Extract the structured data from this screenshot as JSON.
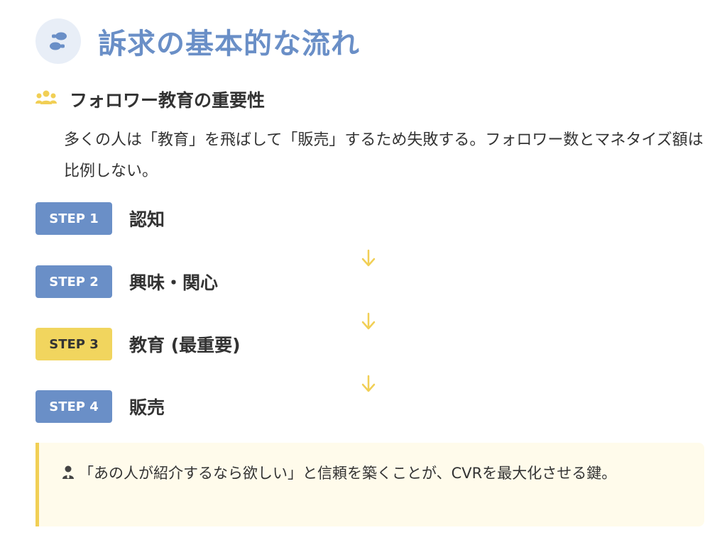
{
  "header": {
    "icon": "footprints-icon",
    "title": "訴求の基本的な流れ"
  },
  "section": {
    "icon": "users-icon",
    "title": "フォロワー教育の重要性",
    "body": "多くの人は「教育」を飛ばして「販売」するため失敗する。フォロワー数とマネタイズ額は比例しない。"
  },
  "steps": [
    {
      "badge": "STEP 1",
      "label": "認知",
      "color": "#6a8fc7",
      "text_color": "#ffffff"
    },
    {
      "badge": "STEP 2",
      "label": "興味・関心",
      "color": "#6a8fc7",
      "text_color": "#ffffff"
    },
    {
      "badge": "STEP 3",
      "label": "教育 (最重要)",
      "color": "#f1d55e",
      "text_color": "#333333"
    },
    {
      "badge": "STEP 4",
      "label": "販売",
      "color": "#6a8fc7",
      "text_color": "#ffffff"
    }
  ],
  "arrow_icon": "arrow-down-icon",
  "arrow_color": "#f1cf55",
  "callout": {
    "icon": "user-tie-icon",
    "text": "「あの人が紹介するなら欲しい」と信頼を築くことが、CVRを最大化させる鍵。"
  },
  "colors": {
    "accent_blue": "#6a8fc7",
    "accent_yellow": "#f1cf55",
    "callout_bg": "#fffbeb"
  }
}
